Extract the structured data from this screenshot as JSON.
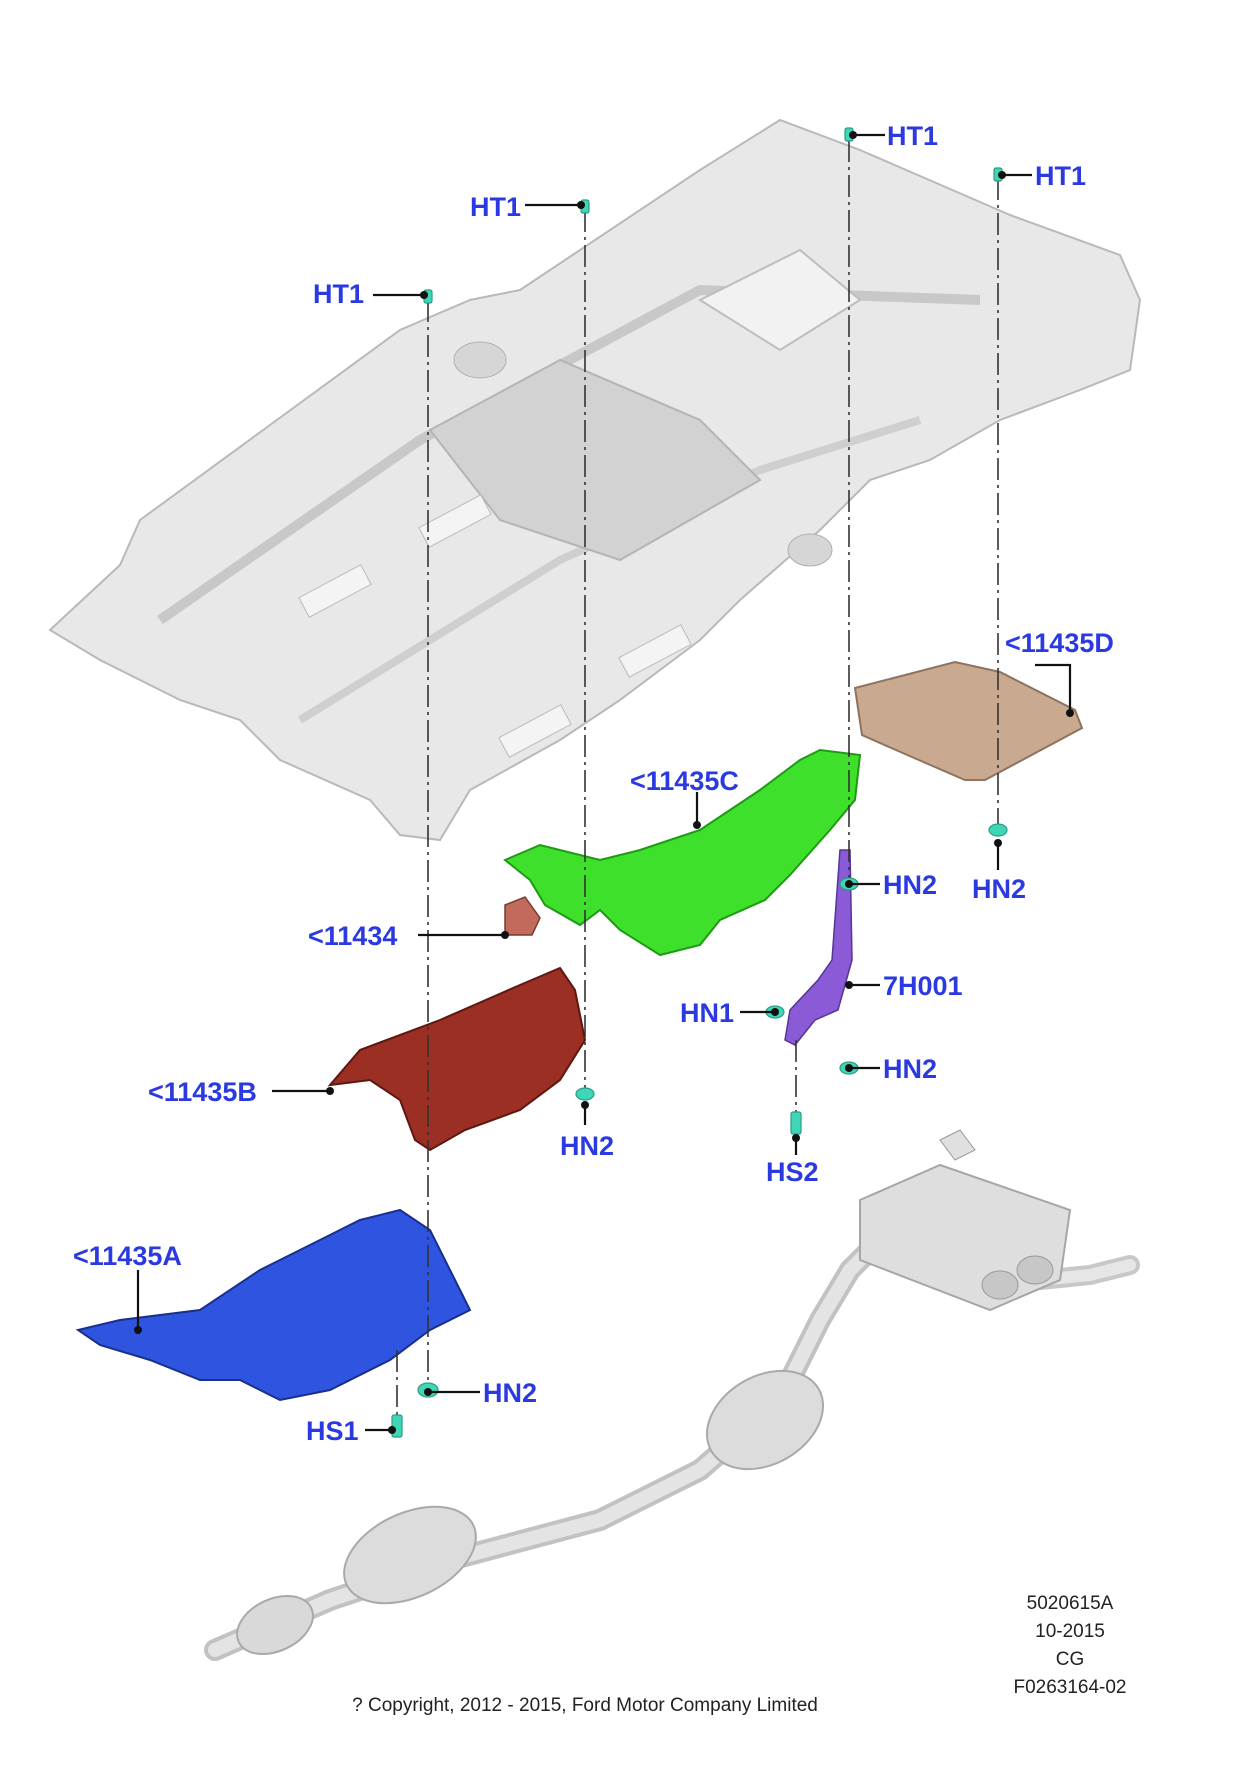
{
  "callouts": {
    "ht1_a": "HT1",
    "ht1_b": "HT1",
    "ht1_c": "HT1",
    "ht1_d": "HT1",
    "part_11435d": "<11435D",
    "part_11435c": "<11435C",
    "part_11434": "<11434",
    "part_11435b": "<11435B",
    "part_11435a": "<11435A",
    "part_7h001": "7H001",
    "hn2_a": "HN2",
    "hn2_b": "HN2",
    "hn2_c": "HN2",
    "hn2_d": "HN2",
    "hn2_e": "HN2",
    "hn1": "HN1",
    "hs2": "HS2",
    "hs1": "HS1"
  },
  "drawing_info": {
    "ref": "5020615A",
    "date": "10-2015",
    "code": "CG",
    "figure": "F0263164-02"
  },
  "copyright": "? Copyright, 2012 - 2015, Ford Motor Company Limited",
  "colors": {
    "callout_text": "#2a3ae0",
    "floor_pan": "#e6e6e6",
    "shield_11435a": "#2f55e0",
    "shield_11435b": "#9b2f24",
    "shield_11435c": "#35e02a",
    "shield_11435d": "#c9a98f",
    "bracket_11434": "#c26a5c",
    "bracket_7h001": "#8b5ad6",
    "fastener": "#3fd6b8",
    "exhaust": "#d8d8d8"
  }
}
